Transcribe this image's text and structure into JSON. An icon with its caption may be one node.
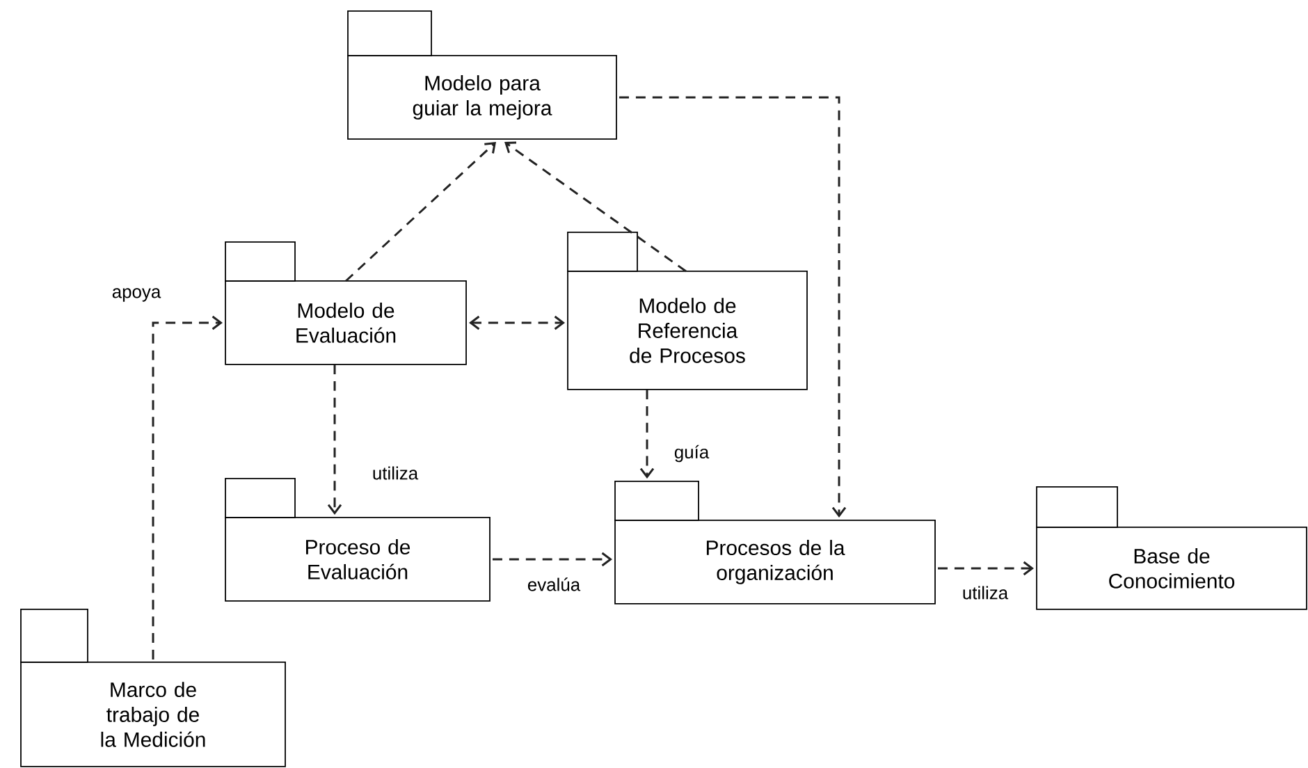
{
  "diagram": {
    "nodes": [
      {
        "text": [
          "Modelo para guiar la mejora"
        ]
      },
      {
        "text": [
          "Modelo de Evaluación"
        ]
      },
      {
        "text": [
          "Modelo de Referencia de Procesos"
        ]
      },
      {
        "text": [
          "Proceso de Evaluación"
        ]
      },
      {
        "text": [
          "Procesos de la organización"
        ]
      },
      {
        "text": [
          "Base de Conocimiento"
        ]
      },
      {
        "text": [
          "Marco de trabajo de la Medición"
        ]
      }
    ],
    "edges": [
      {
        "from": 1,
        "to": 0,
        "arrow": "to"
      },
      {
        "from": 2,
        "to": 0,
        "arrow": "to"
      },
      {
        "from": 1,
        "to": 2,
        "arrow": "both"
      },
      {
        "from": 1,
        "to": 3,
        "arrow": "to",
        "label": "utiliza"
      },
      {
        "from": 2,
        "to": 4,
        "arrow": "to",
        "label": "guía"
      },
      {
        "from": 0,
        "to": 4,
        "arrow": "to"
      },
      {
        "from": 3,
        "to": 4,
        "arrow": "to",
        "label": "evalúa"
      },
      {
        "from": 4,
        "to": 5,
        "arrow": "to",
        "label": "utiliza"
      },
      {
        "from": 6,
        "to": 1,
        "arrow": "to",
        "label": "apoya"
      }
    ]
  }
}
